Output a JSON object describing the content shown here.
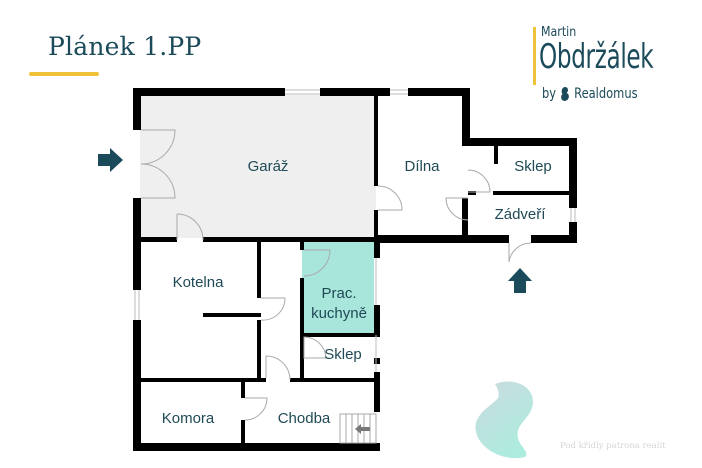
{
  "header": {
    "title": "Plánek 1.PP",
    "accent_color": "#f0c23a",
    "title_color": "#1b4a5a"
  },
  "logo": {
    "first_name": "Martin",
    "last_name": "Obdržálek",
    "by": "by",
    "company": "Realdomus",
    "icon": "realdomus-swirl-icon"
  },
  "plan": {
    "rooms": [
      {
        "name": "Garáž",
        "fill": "#efefef"
      },
      {
        "name": "Dílna",
        "fill": "#ffffff"
      },
      {
        "name": "Sklep",
        "fill": "#ffffff"
      },
      {
        "name": "Zádveří",
        "fill": "#ffffff"
      },
      {
        "name": "Kotelna",
        "fill": "#ffffff"
      },
      {
        "name": "Prac.",
        "fill": "#a8e6dc"
      },
      {
        "name": "kuchyně",
        "fill": "#a8e6dc"
      },
      {
        "name": "Sklep",
        "fill": "#ffffff"
      },
      {
        "name": "Komora",
        "fill": "#ffffff"
      },
      {
        "name": "Chodba",
        "fill": "#ffffff"
      }
    ],
    "entrances": [
      "entrance-arrow-left",
      "entrance-arrow-bottom"
    ],
    "wall_color": "#000000",
    "arrow_color": "#1b4a5a"
  },
  "watermark": {
    "tagline": "Pod křídly patrona realit"
  }
}
